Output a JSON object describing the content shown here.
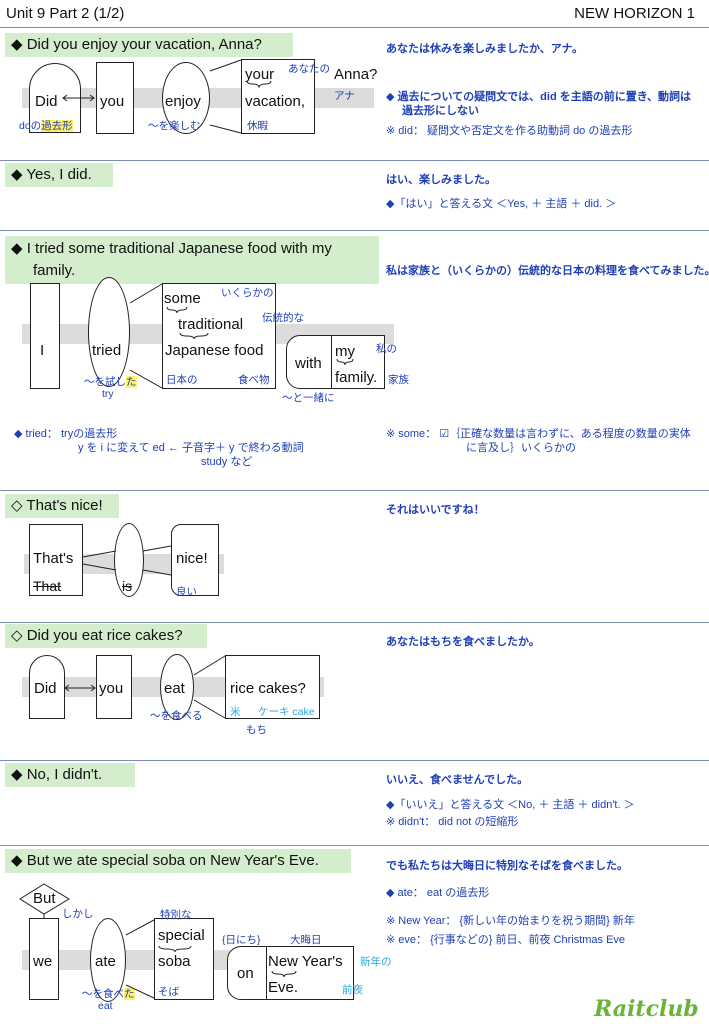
{
  "header": {
    "left": "Unit 9 Part 2 (1/2)",
    "right": "NEW HORIZON 1"
  },
  "s1": {
    "q": "◆ Did you enjoy your vacation, Anna?",
    "did": "Did",
    "you": "you",
    "enjoy": "enjoy",
    "your": "your",
    "vacation": "vacation,",
    "anna": "Anna?",
    "n_anata": "あなたの",
    "n_ana": "アナ",
    "n_do": "doの",
    "n_kakokei": "過去形",
    "n_tanoshimu": "〜を楽しむ",
    "n_kyuka": "休暇",
    "trans": "あなたは休みを楽しみましたか、アナ。",
    "note1": "◆ 過去についての疑問文では、did を主語の前に置き、動詞は",
    "note1b": "過去形にしない",
    "note2": "※ did： 疑問文や否定文を作る助動詞 do の過去形"
  },
  "s2": {
    "q": "◆ Yes, I did.",
    "trans": "はい、楽しみました。",
    "note": "◆「はい」と答える文 ＜Yes, ＋ 主語 ＋ did. ＞"
  },
  "s3": {
    "q1": "◆ I tried some traditional Japanese food with my",
    "q2": "family.",
    "i": "I",
    "tried": "tried",
    "some": "some",
    "traditional": "traditional",
    "japanese_food": "Japanese food",
    "with": "with",
    "my": "my",
    "family": "family.",
    "n_ikuraka": "いくらかの",
    "n_dentou": "伝統的な",
    "n_watashi": "私の",
    "n_nihon": "日本の",
    "n_tabemono": "食べ物",
    "n_kazoku": "家族",
    "n_tameshi_a": "〜を試し",
    "n_tameshi_b": "た",
    "n_try": "try",
    "n_issho": "〜と一緒に",
    "trans": "私は家族と（いくらかの）伝統的な日本の料理を食べてみました。",
    "note_a1": "◆ tried： tryの過去形",
    "note_a2": "y を i に変えて ed ← 子音字＋ y で終わる動詞",
    "note_a3": "study など",
    "note_b1": "※ some： ☑｛正確な数量は言わずに、ある程度の数量の実体",
    "note_b2": "に言及し｝いくらかの"
  },
  "s4": {
    "q": "◇ That's nice!",
    "thats": "That's",
    "that": "That",
    "is": "is",
    "nice": "nice!",
    "n_yoi": "良い",
    "trans": "それはいいですね！"
  },
  "s5": {
    "q": "◇ Did you eat rice cakes?",
    "did": "Did",
    "you": "you",
    "eat": "eat",
    "rice": "rice cakes?",
    "n_taberu": "〜を食べる",
    "n_kome": "米",
    "n_cake": "ケーキ cake",
    "n_mochi": "もち",
    "trans": "あなたはもちを食べましたか。"
  },
  "s6": {
    "q": "◆ No, I didn't.",
    "trans": "いいえ、食べませんでした。",
    "note1": "◆「いいえ」と答える文 ＜No, ＋ 主語 ＋ didn't. ＞",
    "note2": "※ didn't： did not の短縮形"
  },
  "s7": {
    "q": "◆ But we ate special soba on New Year's Eve.",
    "but": "But",
    "we": "we",
    "ate": "ate",
    "special": "special",
    "soba": "soba",
    "on": "on",
    "ny": "New Year's",
    "eve": "Eve.",
    "n_shikashi": "しかし",
    "n_tokubetsu": "特別な",
    "n_hini": "{日にち}",
    "n_omisoka": "大晦日",
    "n_shinnen": "新年の",
    "n_soba": "そば",
    "n_zenya": "前夜",
    "n_tabe_a": "〜を食べ",
    "n_tabe_b": "た",
    "n_eat": "eat",
    "trans": "でも私たちは大晦日に特別なそばを食べました。",
    "note1": "◆ ate： eat の過去形",
    "note2": "※ New Year： {新しい年の始まりを祝う期間} 新年",
    "note3": "※ eve： {行事などの} 前日、前夜 Christmas Eve"
  },
  "logo": "Raitclub"
}
